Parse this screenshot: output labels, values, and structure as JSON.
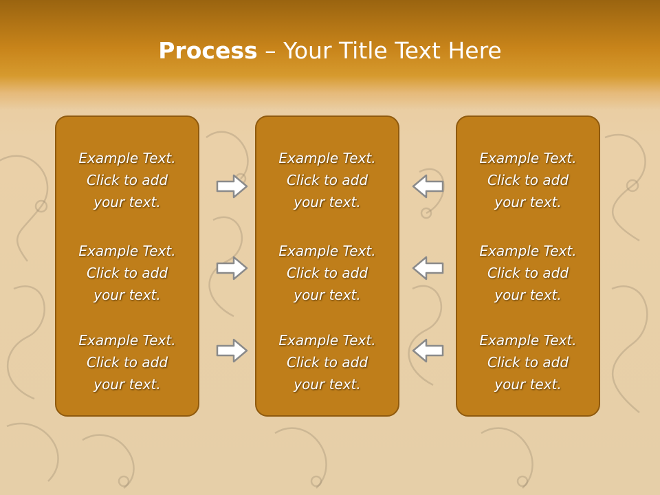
{
  "title": {
    "bold": "Process",
    "rest": " – Your Title Text Here"
  },
  "columns": [
    {
      "items": [
        {
          "l1": "Example Text.",
          "l2": "Click  to add",
          "l3": "your text."
        },
        {
          "l1": "Example Text.",
          "l2": "Click  to add",
          "l3": "your text."
        },
        {
          "l1": "Example Text.",
          "l2": "Click  to add",
          "l3": "your text."
        }
      ]
    },
    {
      "items": [
        {
          "l1": "Example Text.",
          "l2": "Click  to add",
          "l3": "your text."
        },
        {
          "l1": "Example Text.",
          "l2": "Click  to add",
          "l3": "your text."
        },
        {
          "l1": "Example Text.",
          "l2": "Click  to add",
          "l3": "your text."
        }
      ]
    },
    {
      "items": [
        {
          "l1": "Example Text.",
          "l2": "Click  to add",
          "l3": "your text."
        },
        {
          "l1": "Example Text.",
          "l2": "Click  to add",
          "l3": "your text."
        },
        {
          "l1": "Example Text.",
          "l2": "Click  to add",
          "l3": "your text."
        }
      ]
    }
  ],
  "arrows": {
    "left_group": "right-arrow-icon",
    "right_group": "left-arrow-icon"
  },
  "colors": {
    "box_fill": "#bf7e1a",
    "box_border": "#8f5a0e",
    "header": "#c8841a",
    "arrow_stroke": "#8a8a8a"
  }
}
